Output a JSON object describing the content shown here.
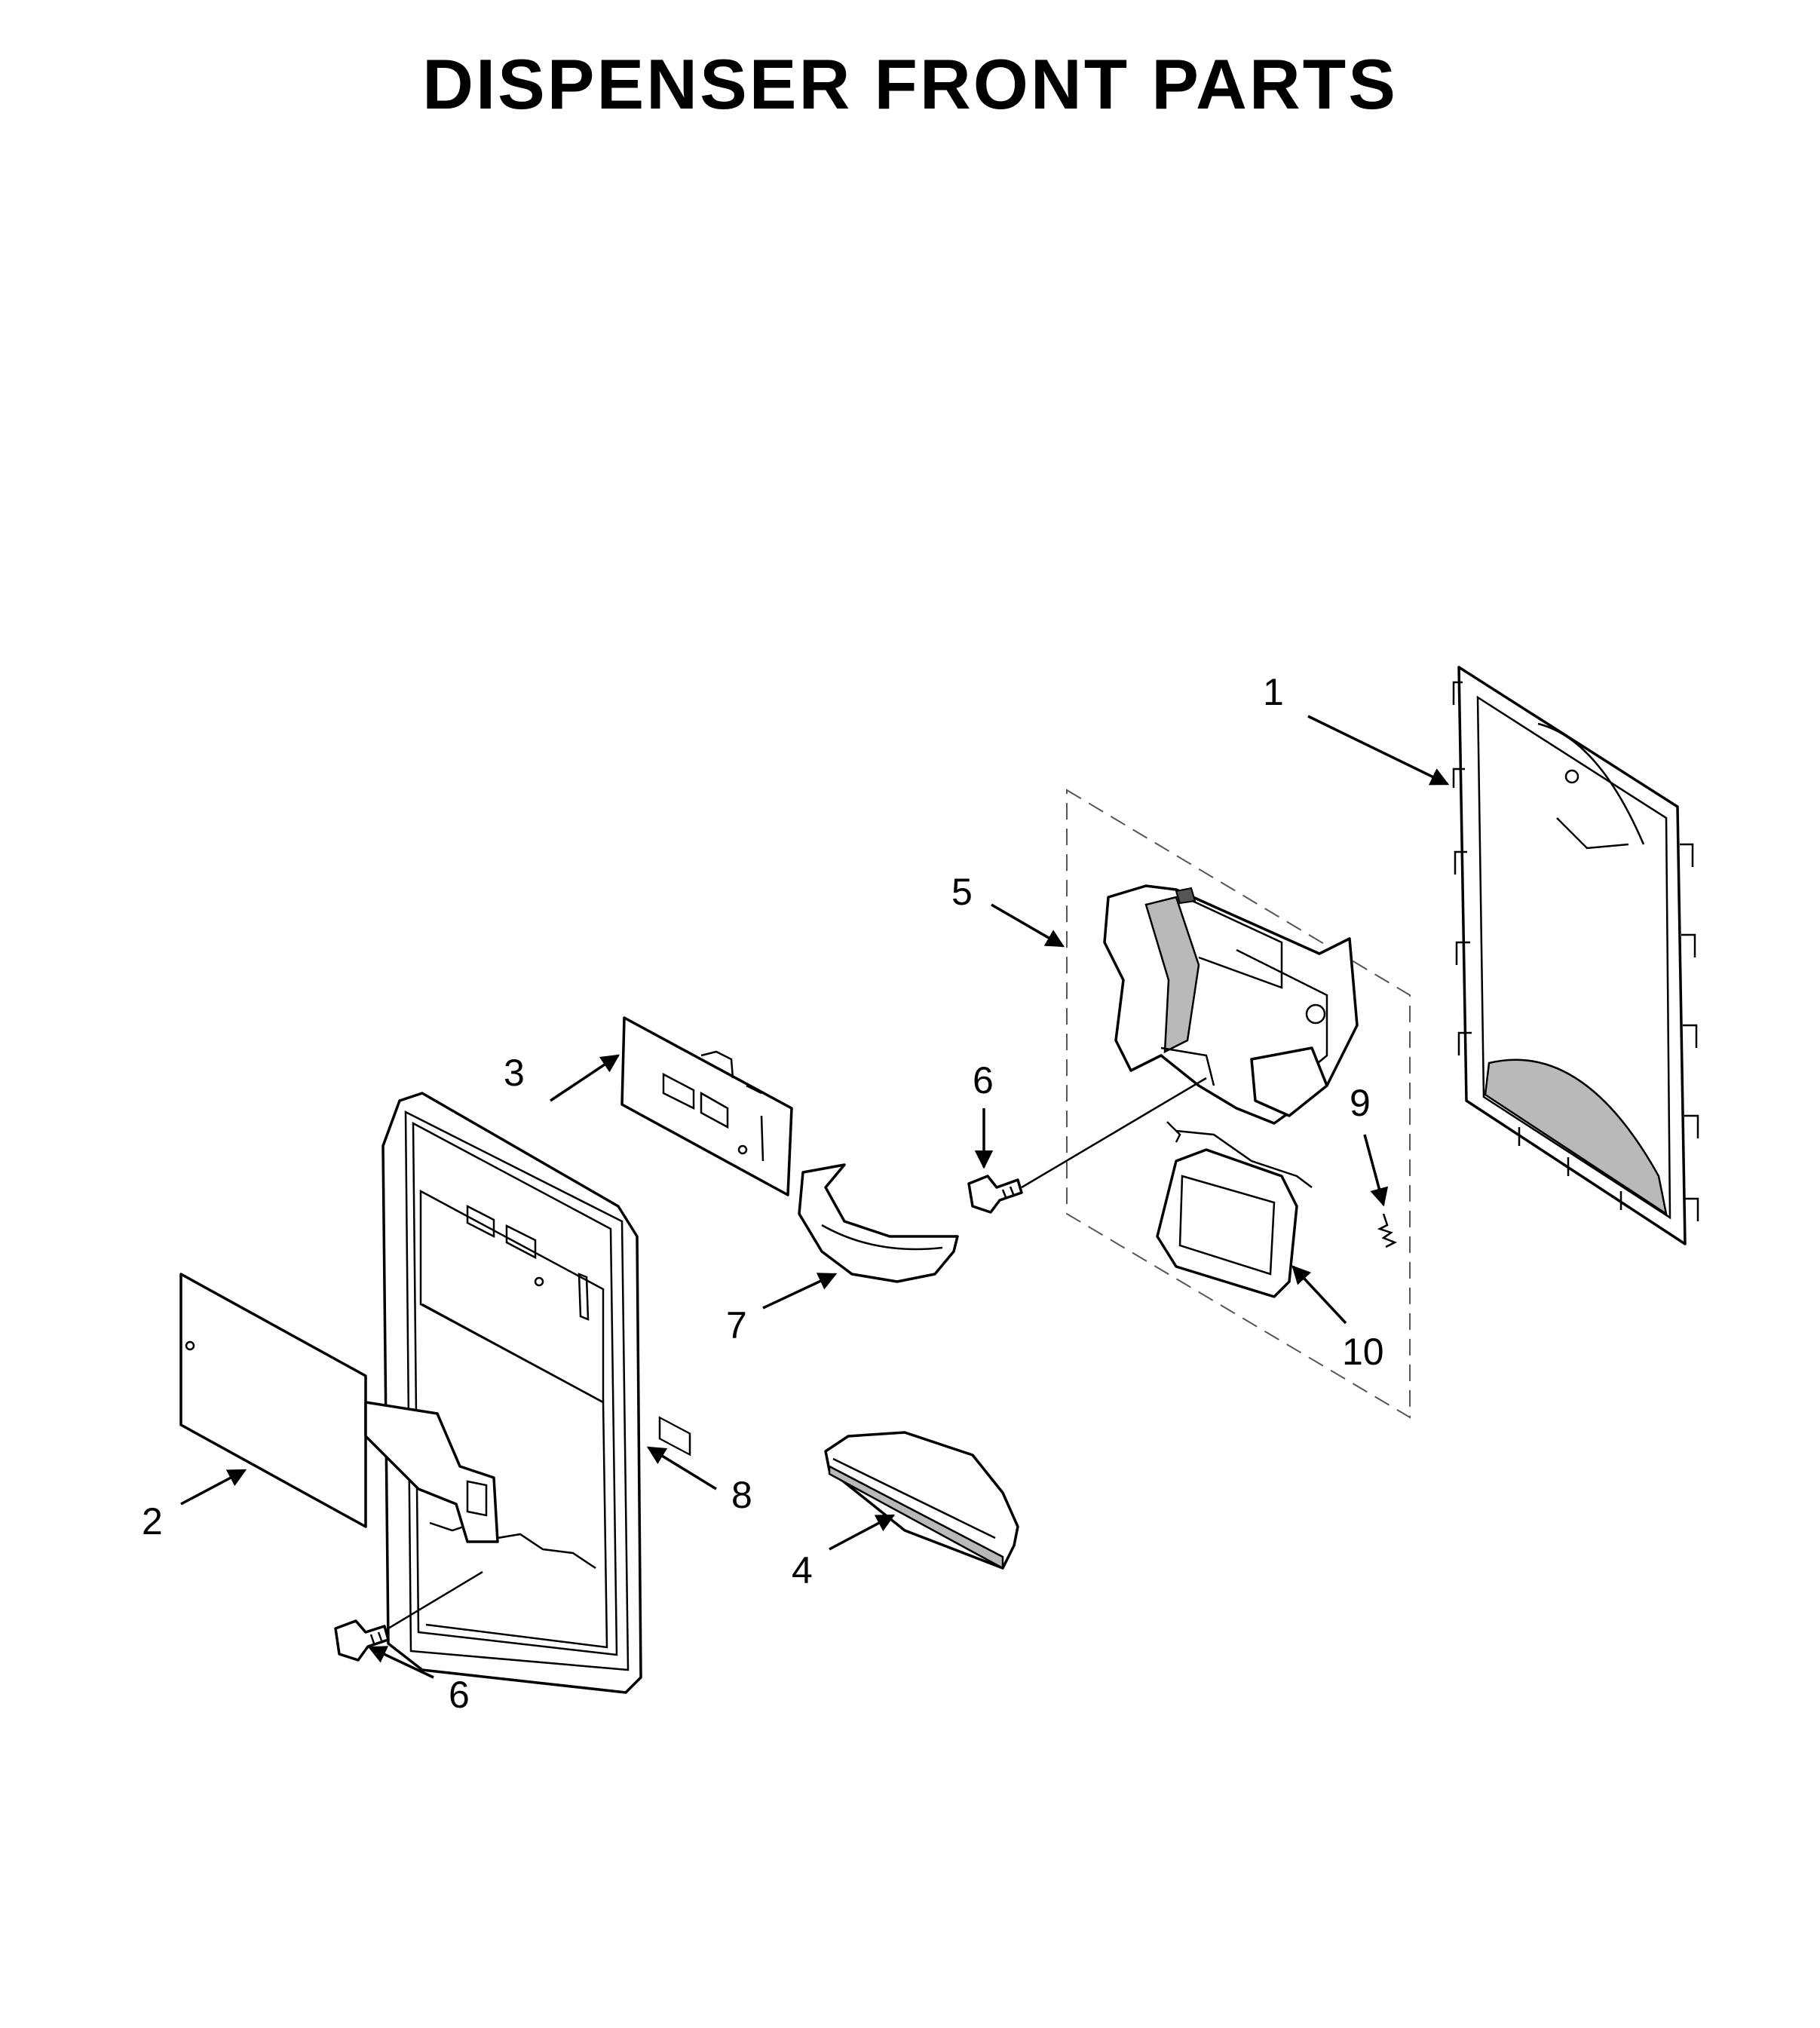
{
  "title": "DISPENSER FRONT PARTS",
  "callouts": [
    "1",
    "2",
    "3",
    "4",
    "5",
    "6",
    "7",
    "8",
    "9",
    "10",
    "6"
  ]
}
